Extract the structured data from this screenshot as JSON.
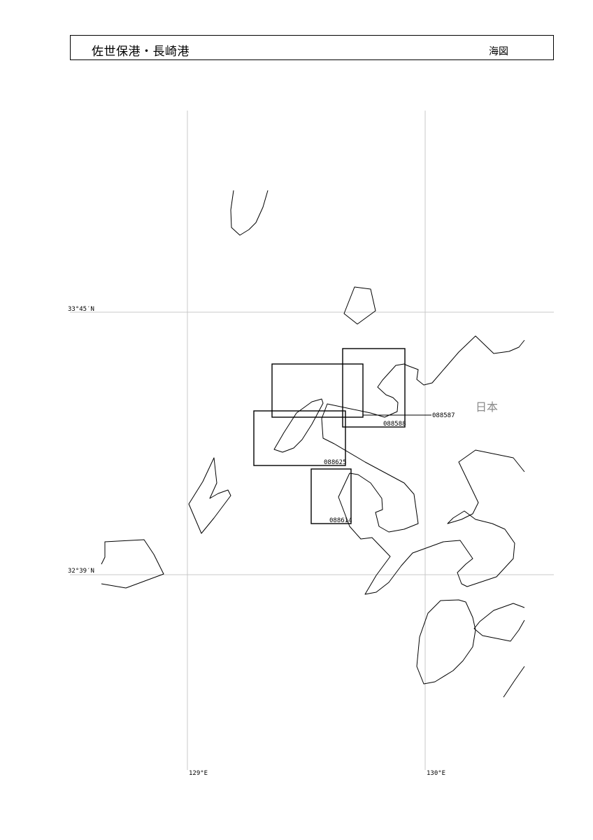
{
  "header": {
    "title": "佐世保港・長崎港",
    "chart_type": "海図"
  },
  "graticule": {
    "lat_labels": [
      "33°45′N",
      "32°39′N"
    ],
    "lon_labels": [
      "129°E",
      "130°E"
    ]
  },
  "country_label": "日本",
  "chart_index": [
    {
      "id": "088587"
    },
    {
      "id": "088588"
    },
    {
      "id": "088625"
    },
    {
      "id": "088614"
    }
  ],
  "colors": {
    "grid": "#c8c8c8",
    "coast": "#000000",
    "boxes": "#000000",
    "country_label": "#8a8a8a"
  }
}
